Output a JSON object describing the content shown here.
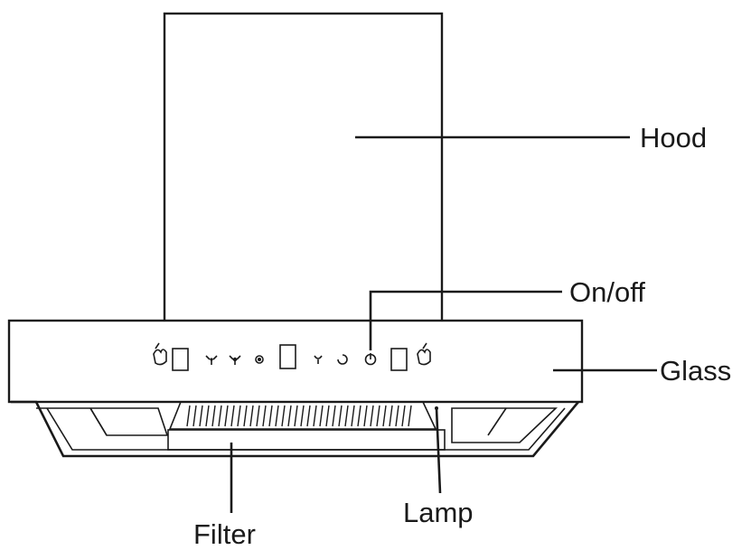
{
  "labels": {
    "hood": "Hood",
    "on_off": "On/off",
    "glass": "Glass",
    "filter": "Filter",
    "lamp": "Lamp"
  },
  "icons": [
    "hand-left-icon",
    "display-window-icon",
    "fan-icon",
    "fan-speed-icon",
    "fan-high-icon",
    "display-window-icon",
    "lamp-icon",
    "timer-icon",
    "power-icon",
    "display-window-icon",
    "hand-right-icon"
  ],
  "colors": {
    "line": "#1a1a1a",
    "background": "#ffffff"
  }
}
